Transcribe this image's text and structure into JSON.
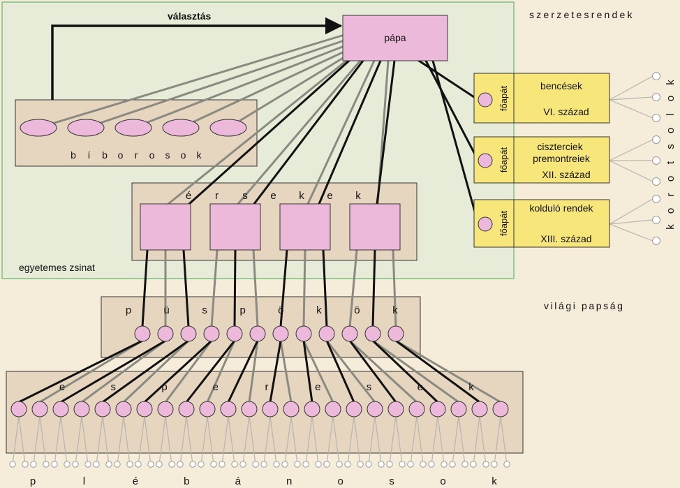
{
  "labels": {
    "pope": "pápa",
    "election": "választás",
    "monastic_orders": "szerzetesrendek",
    "cardinals": "bíborosok",
    "archbishops": "érsekek",
    "council": "egyetemes zsinat",
    "secular_clergy": "világi papság",
    "bishops": "püspökök",
    "priests": "esperesek",
    "parish_priests": "plébánosok",
    "monasteries": "kolostorok"
  },
  "orders": [
    {
      "abbot": "főapát",
      "name": "bencések",
      "century": "VI. század"
    },
    {
      "abbot": "főapát",
      "name": "ciszterciek\npremontreiek",
      "century": "XII. század"
    },
    {
      "abbot": "főapát",
      "name": "kolduló rendek",
      "century": "XIII. század"
    }
  ],
  "counts": {
    "cardinals": 5,
    "archbishops": 4,
    "bishops": 12,
    "deans": 24,
    "parish_priests": 48,
    "monasteries_per_order": 3
  },
  "colors": {
    "page": "#f5ecd9",
    "church": "#e6ecd8",
    "church_border": "#7fc07f",
    "panel": "#e6d5bf",
    "pink": "#edb9da",
    "order_box": "#f7e67a",
    "dark_line": "#111111",
    "gray_line": "#8a8a80",
    "faint_line": "#b6b6b0"
  }
}
